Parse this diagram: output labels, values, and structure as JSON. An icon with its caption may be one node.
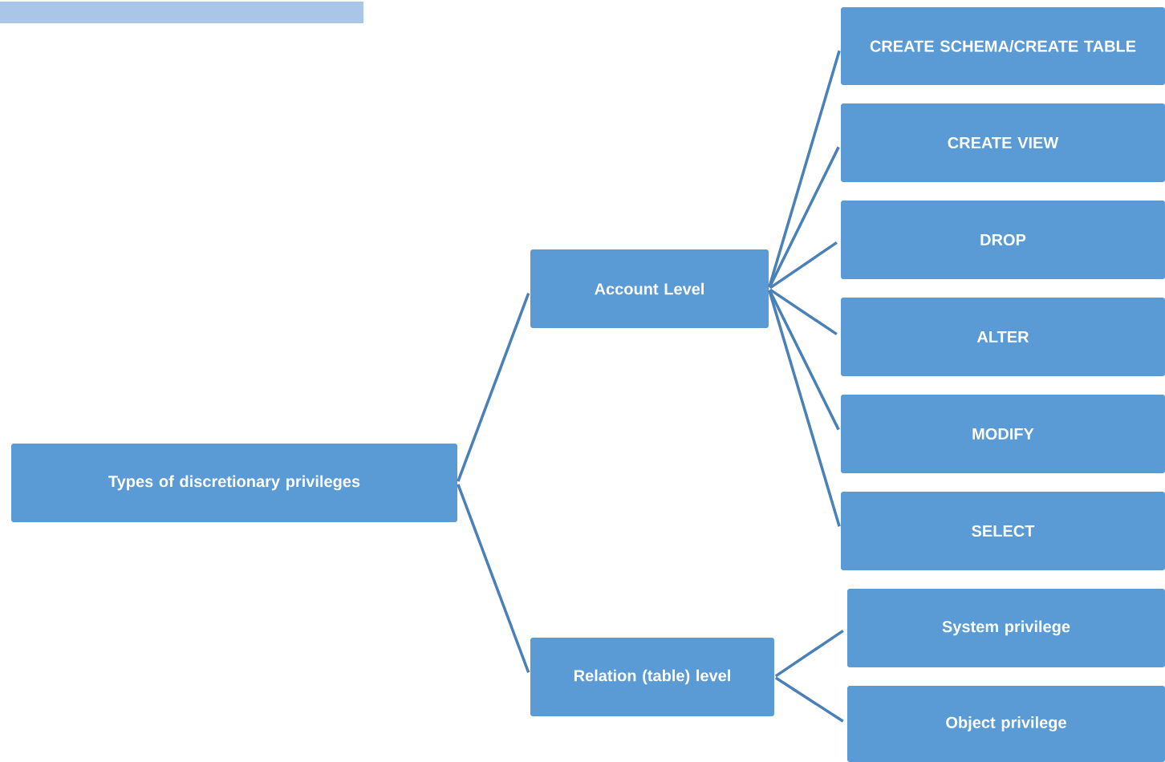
{
  "diagram": {
    "nodes": [
      {
        "text": [
          "Types of discretionary privileges"
        ]
      },
      {
        "text": [
          "Account Level"
        ]
      },
      {
        "text": [
          "Relation (table) level"
        ]
      },
      {
        "text": [
          "CREATE SCHEMA/CREATE TABLE"
        ]
      },
      {
        "text": [
          "CREATE VIEW"
        ]
      },
      {
        "text": [
          "DROP"
        ]
      },
      {
        "text": [
          "ALTER"
        ]
      },
      {
        "text": [
          "MODIFY"
        ]
      },
      {
        "text": [
          "SELECT"
        ]
      },
      {
        "text": [
          "System privilege"
        ]
      },
      {
        "text": [
          "Object privilege"
        ]
      }
    ],
    "edges": [
      {
        "from": 0,
        "to": 1,
        "arrow": "none"
      },
      {
        "from": 0,
        "to": 2,
        "arrow": "none"
      },
      {
        "from": 1,
        "to": 3,
        "arrow": "none"
      },
      {
        "from": 1,
        "to": 4,
        "arrow": "none"
      },
      {
        "from": 1,
        "to": 5,
        "arrow": "none"
      },
      {
        "from": 1,
        "to": 6,
        "arrow": "none"
      },
      {
        "from": 1,
        "to": 7,
        "arrow": "none"
      },
      {
        "from": 1,
        "to": 8,
        "arrow": "none"
      },
      {
        "from": 2,
        "to": 9,
        "arrow": "none"
      },
      {
        "from": 2,
        "to": 10,
        "arrow": "none"
      }
    ]
  }
}
